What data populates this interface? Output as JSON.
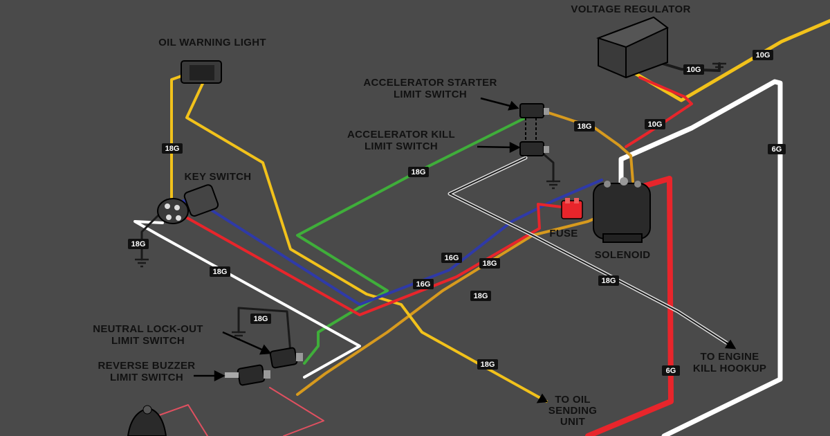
{
  "labels": {
    "voltage_regulator": "VOLTAGE REGULATOR",
    "oil_warning_light": "OIL WARNING LIGHT",
    "accel_starter_1": "ACCELERATOR STARTER",
    "accel_starter_2": "LIMIT SWITCH",
    "accel_kill_1": "ACCELERATOR KILL",
    "accel_kill_2": "LIMIT SWITCH",
    "key_switch": "KEY SWITCH",
    "fuse": "FUSE",
    "solenoid": "SOLENOID",
    "neutral_1": "NEUTRAL LOCK-OUT",
    "neutral_2": "LIMIT SWITCH",
    "reverse_1": "REVERSE BUZZER",
    "reverse_2": "LIMIT SWITCH",
    "engine_kill_1": "TO ENGINE",
    "engine_kill_2": "KILL HOOKUP",
    "oil_sending_1": "TO OIL",
    "oil_sending_2": "SENDING",
    "oil_sending_3": "UNIT"
  },
  "gauge_tags": {
    "t1": "10G",
    "t2": "10G",
    "t3": "10G",
    "t4": "18G",
    "t5": "6G",
    "t6": "18G",
    "t7": "18G",
    "t8": "18G",
    "t9": "16G",
    "t10": "18G",
    "t11": "16G",
    "t12": "18G",
    "t13": "18G",
    "t14": "18G",
    "t15": "18G",
    "t16": "18G",
    "t17": "6G"
  },
  "colors": {
    "yellow": "#f2c21b",
    "red": "#e8252b",
    "white": "#ffffff",
    "green": "#3fae3a",
    "blue": "#2f3aa8",
    "orange": "#d79a1e",
    "black_wire": "#1a1a1a",
    "background": "#4a4a4a"
  }
}
